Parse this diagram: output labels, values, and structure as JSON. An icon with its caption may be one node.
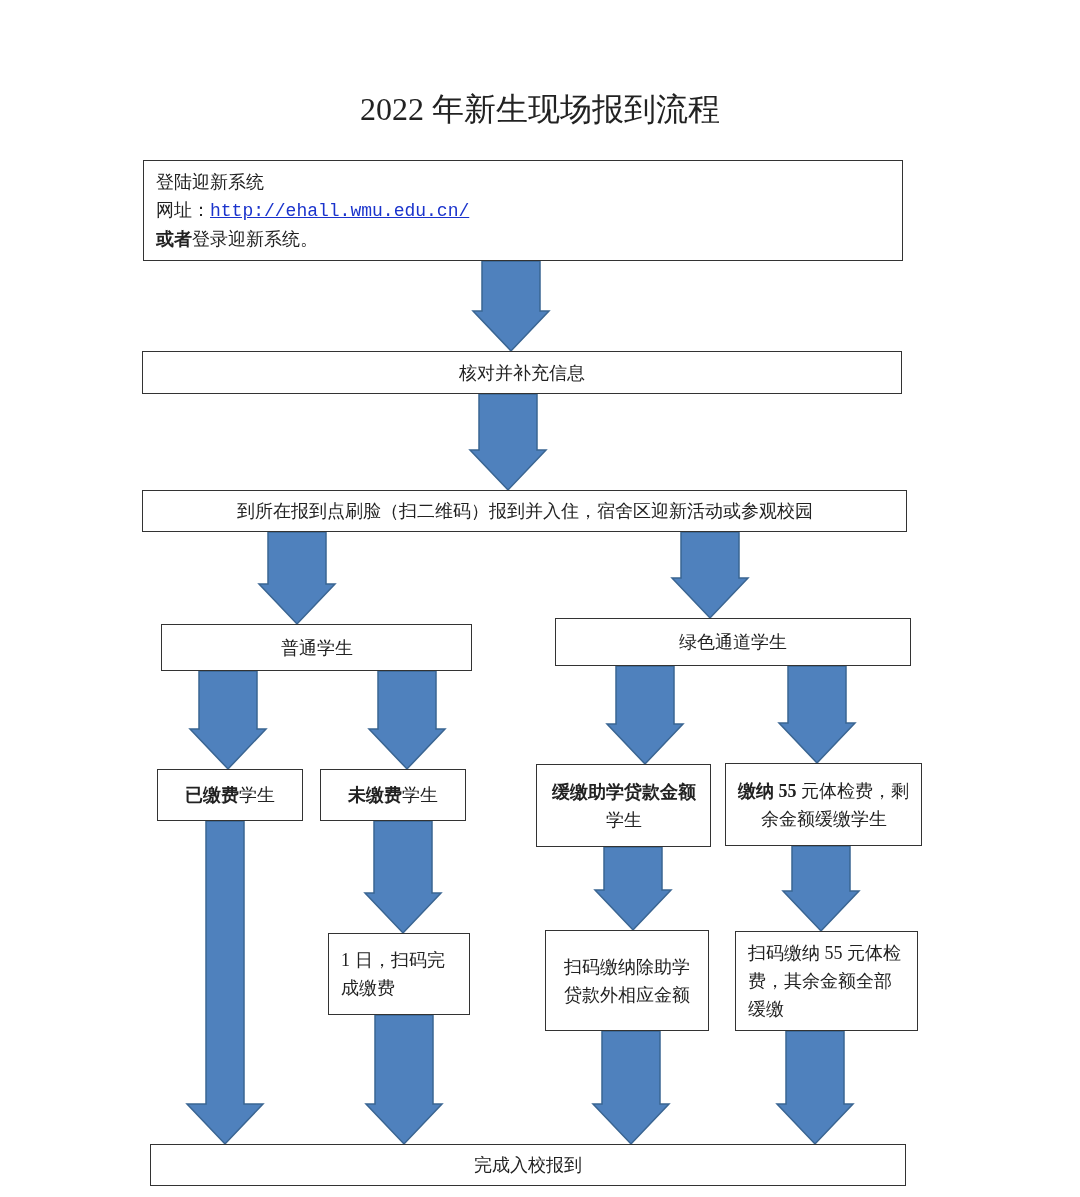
{
  "diagram": {
    "title": "2022 年新生现场报到流程",
    "nodes": [
      {
        "text": [
          "登陆迎新系统",
          "网址：",
          "http://ehall.wmu.edu.cn/",
          "**或者**登录迎新系统。"
        ]
      },
      {
        "text": [
          "核对并补充信息"
        ]
      },
      {
        "text": [
          "到所在报到点刷脸（扫二维码）报到并入住，宿舍区迎新活动或参观校园"
        ]
      },
      {
        "text": [
          "普通学生"
        ]
      },
      {
        "text": [
          "绿色通道学生"
        ]
      },
      {
        "text": [
          "**已缴费**学生"
        ]
      },
      {
        "text": [
          "**未缴费**学生"
        ]
      },
      {
        "text": [
          "**缓缴助学贷款金额**学生"
        ]
      },
      {
        "text": [
          "**缴纳 55** 元体检费，剩余金额缓缴学生"
        ]
      },
      {
        "text": [
          "1 日，扫码完成缴费"
        ]
      },
      {
        "text": [
          "扫码缴纳除助学贷款外相应金额"
        ]
      },
      {
        "text": [
          "扫码缴纳 55 元体检费，其余金额全部缓缴"
        ]
      },
      {
        "text": [
          "完成入校报到"
        ]
      }
    ],
    "edges": [
      {
        "from": 0,
        "to": 1,
        "arrow": "to"
      },
      {
        "from": 1,
        "to": 2,
        "arrow": "to"
      },
      {
        "from": 2,
        "to": 3,
        "arrow": "to"
      },
      {
        "from": 2,
        "to": 4,
        "arrow": "to"
      },
      {
        "from": 3,
        "to": 5,
        "arrow": "to"
      },
      {
        "from": 3,
        "to": 6,
        "arrow": "to"
      },
      {
        "from": 4,
        "to": 7,
        "arrow": "to"
      },
      {
        "from": 4,
        "to": 8,
        "arrow": "to"
      },
      {
        "from": 6,
        "to": 9,
        "arrow": "to"
      },
      {
        "from": 7,
        "to": 10,
        "arrow": "to"
      },
      {
        "from": 8,
        "to": 11,
        "arrow": "to"
      },
      {
        "from": 5,
        "to": 12,
        "arrow": "to"
      },
      {
        "from": 9,
        "to": 12,
        "arrow": "to"
      },
      {
        "from": 10,
        "to": 12,
        "arrow": "to"
      },
      {
        "from": 11,
        "to": 12,
        "arrow": "to"
      }
    ]
  }
}
